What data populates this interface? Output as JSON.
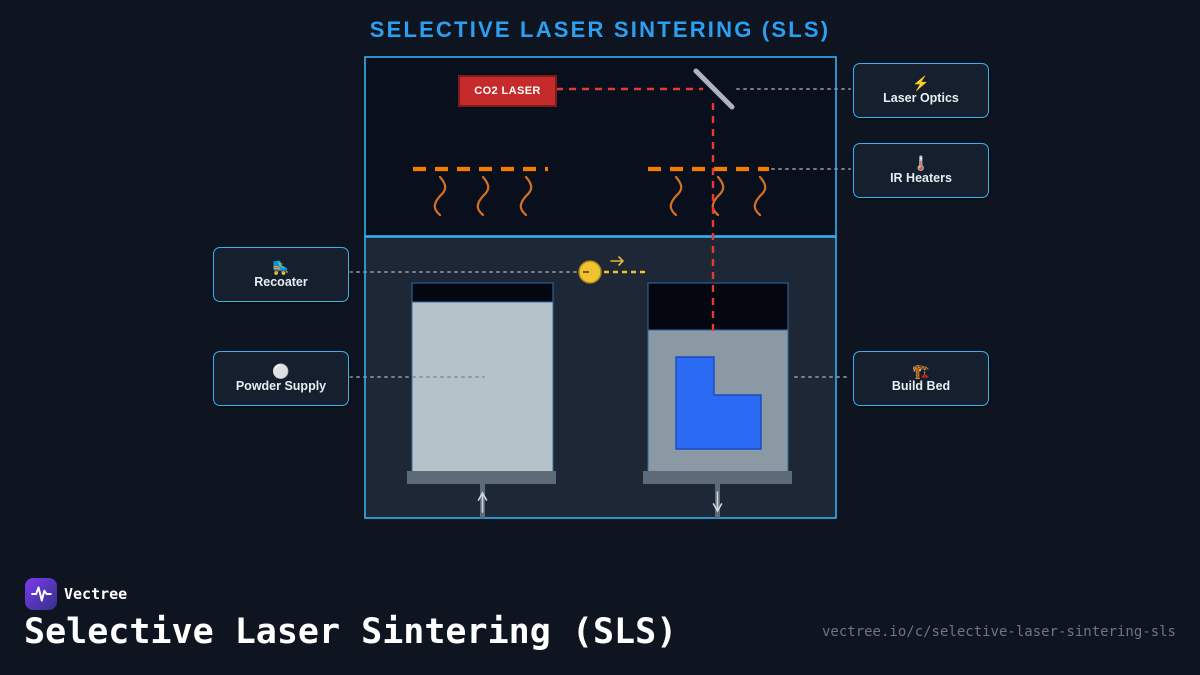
{
  "title": "SELECTIVE LASER SINTERING (SLS)",
  "colors": {
    "accent": "#33b1f0",
    "title_blue": "#2b9ff2",
    "laser_red": "#e53935",
    "heater_orange": "#f57c00",
    "part_blue": "#2b6bf3",
    "roller_yellow": "#f0c330"
  },
  "diagram": {
    "co2_laser": "CO2 LASER",
    "nodes": {
      "laser_optics": {
        "icon": "⚡",
        "label": "Laser Optics"
      },
      "ir_heaters": {
        "icon": "🌡️",
        "label": "IR Heaters"
      },
      "recoater": {
        "icon": "🛼",
        "label": "Recoater"
      },
      "powder_supply": {
        "icon": "⚪",
        "label": "Powder Supply"
      },
      "build_bed": {
        "icon": "🏗️",
        "label": "Build Bed"
      }
    }
  },
  "footer": {
    "brand": "Vectree",
    "page_title": "Selective Laser Sintering (SLS)",
    "url": "vectree.io/c/selective-laser-sintering-sls"
  }
}
